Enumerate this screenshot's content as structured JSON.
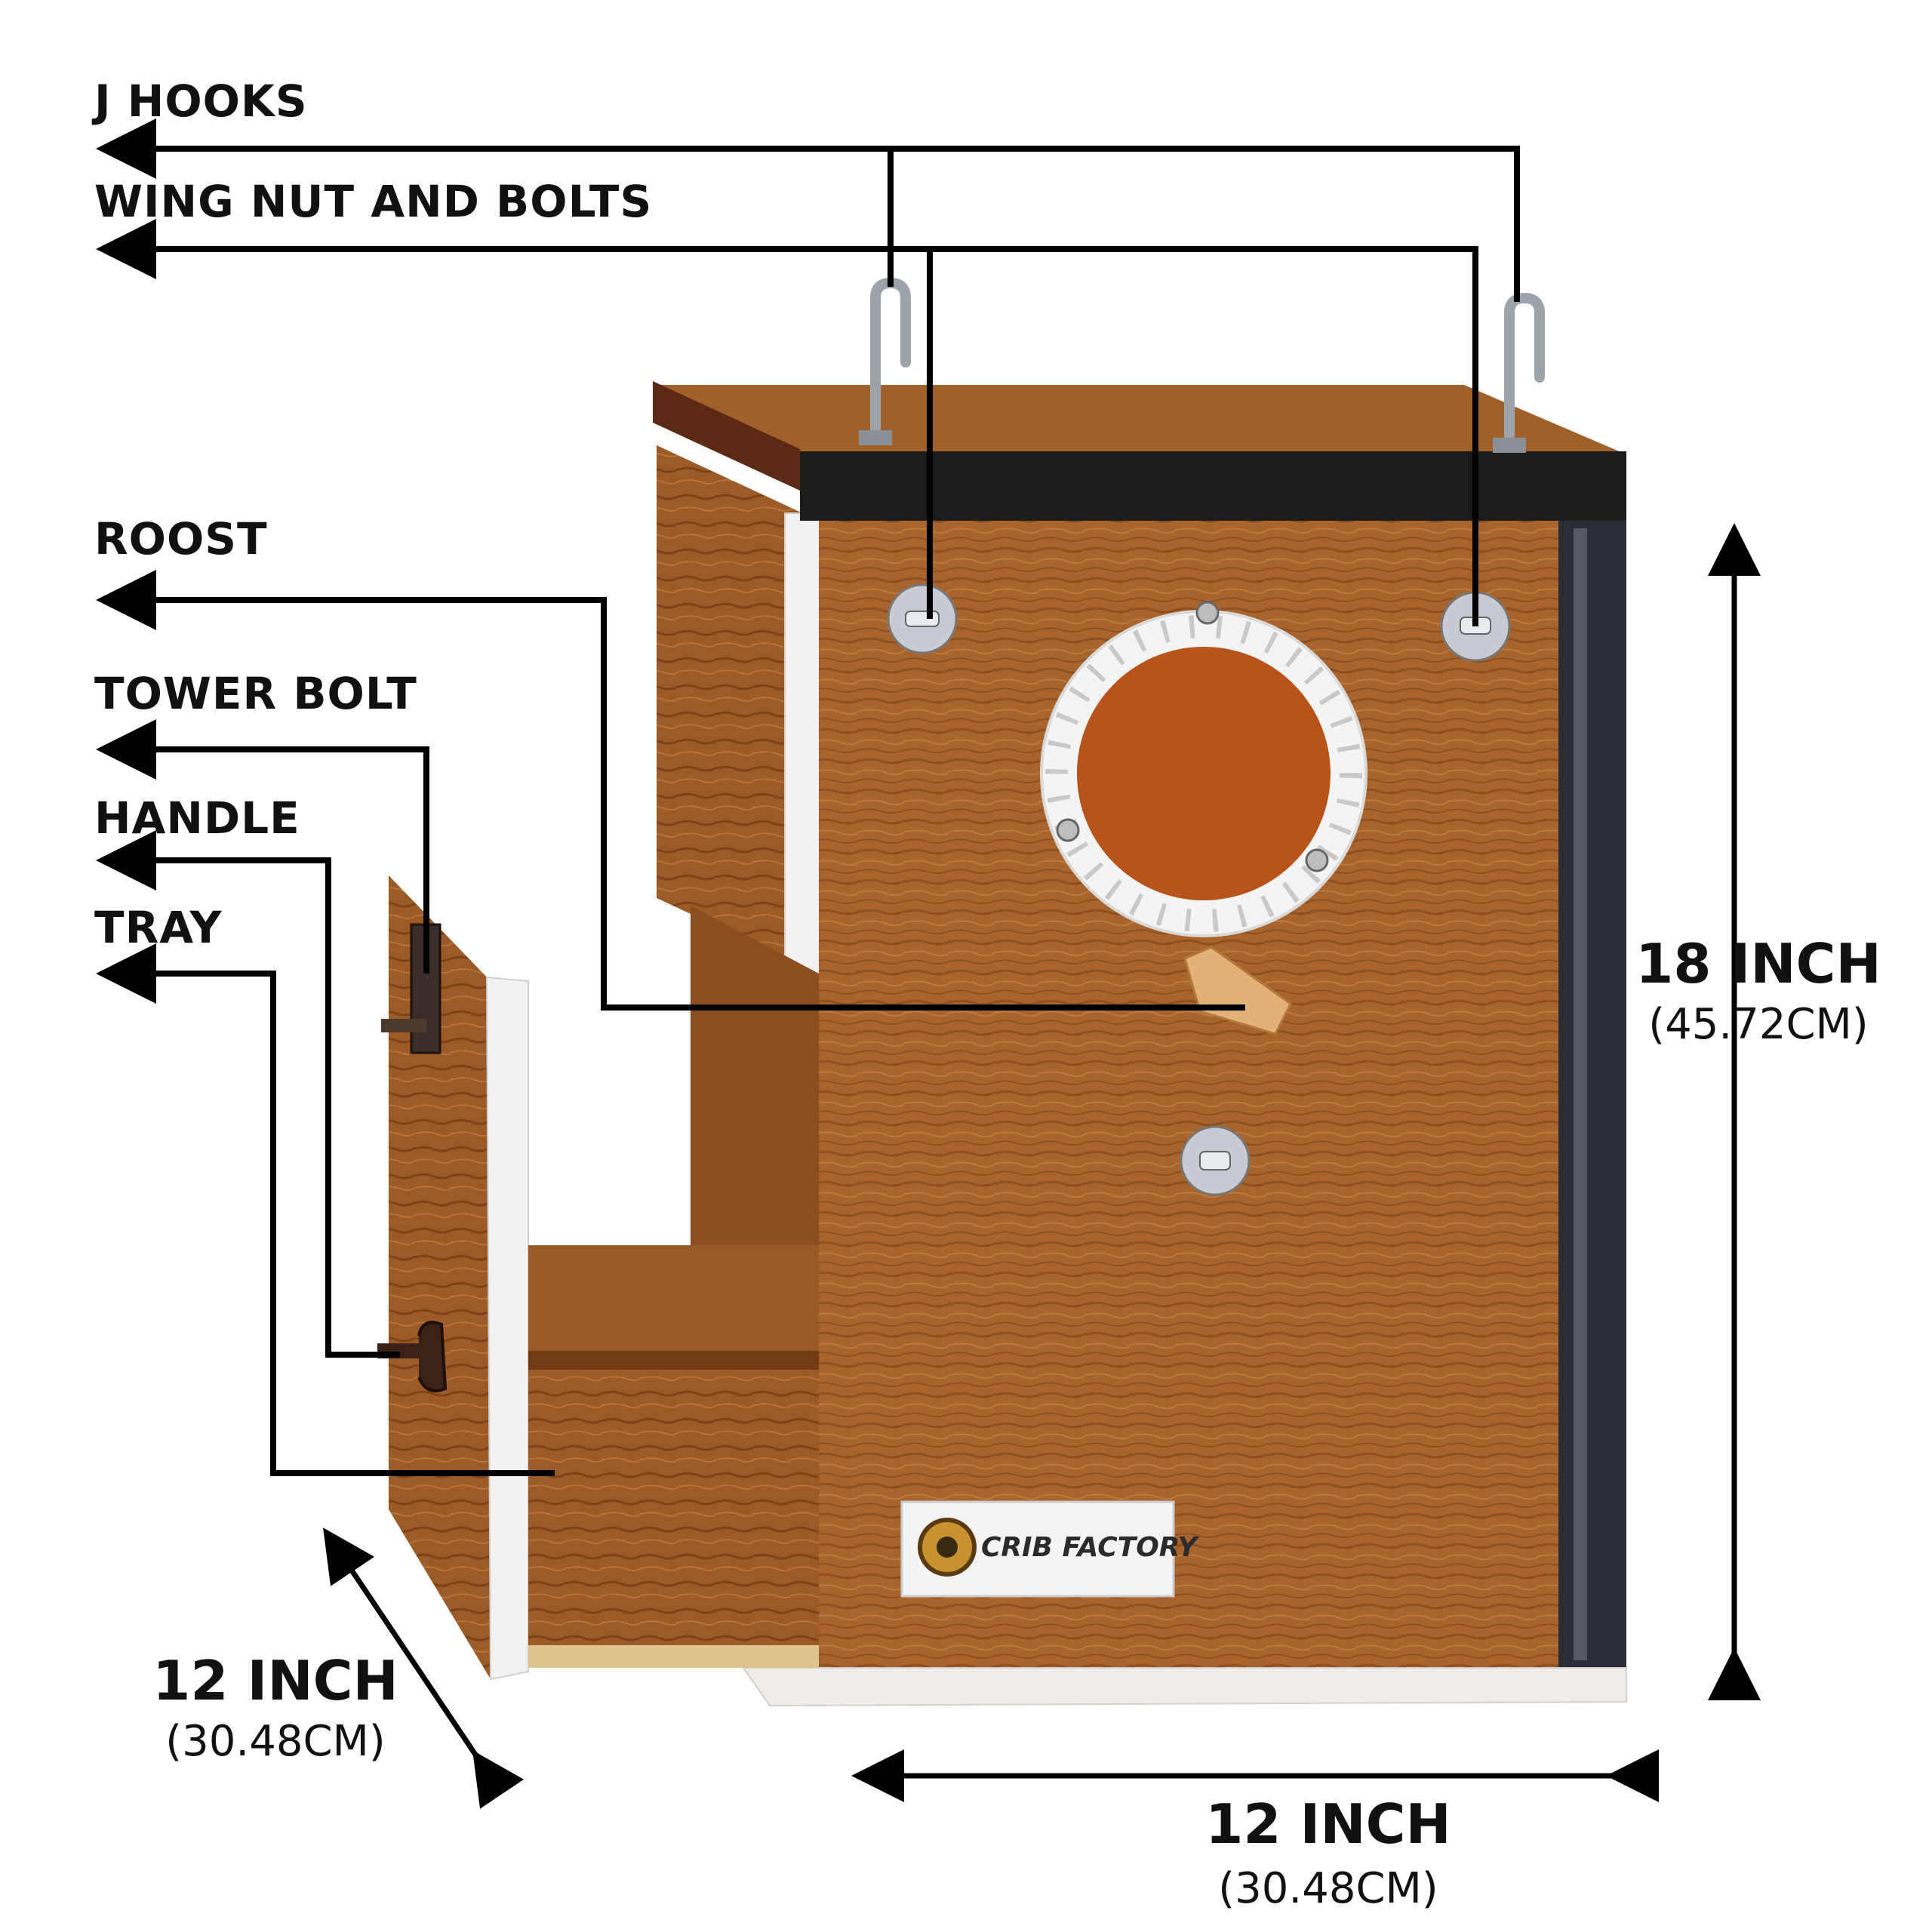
{
  "labels": {
    "j_hooks": "J HOOKS",
    "wing_nut": "WING NUT AND BOLTS",
    "roost": "ROOST",
    "tower_bolt": "TOWER BOLT",
    "handle": "HANDLE",
    "tray": "TRAY"
  },
  "dimensions": {
    "height": {
      "main": "18 INCH",
      "sub": "(45.72CM)"
    },
    "width": {
      "main": "12 INCH",
      "sub": "(30.48CM)"
    },
    "depth": {
      "main": "12 INCH",
      "sub": "(30.48CM)"
    }
  },
  "brand": {
    "name": "CRIB FACTORY"
  },
  "colors": {
    "wood": "#a8642c",
    "wood_dark": "#7a4418",
    "frame_black": "#1c1c1c",
    "frame_brown": "#5a2a14",
    "white_trim": "#f2f2f2",
    "callout": "#000000"
  }
}
